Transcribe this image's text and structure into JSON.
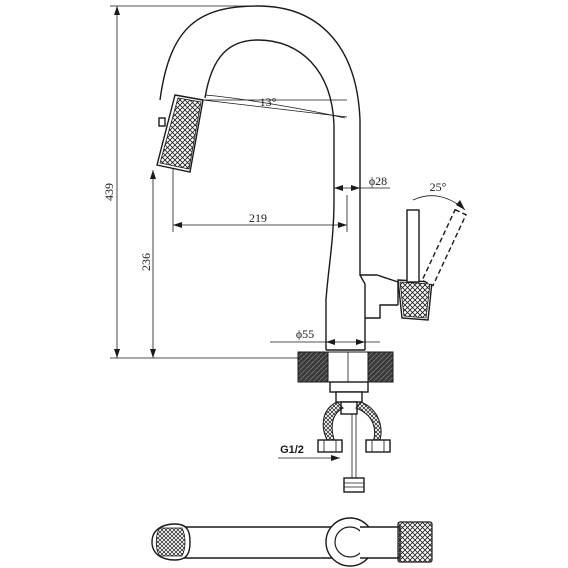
{
  "dimensions": {
    "total_height": "439",
    "spout_height": "236",
    "spout_reach": "219",
    "spray_angle": "13°",
    "body_diameter": "ϕ28",
    "handle_angle": "25°",
    "base_diameter": "ϕ55",
    "thread": "G1/2"
  },
  "colors": {
    "line": "#1a1a1a",
    "background": "#ffffff",
    "base_fill": "#3a3a3a"
  }
}
